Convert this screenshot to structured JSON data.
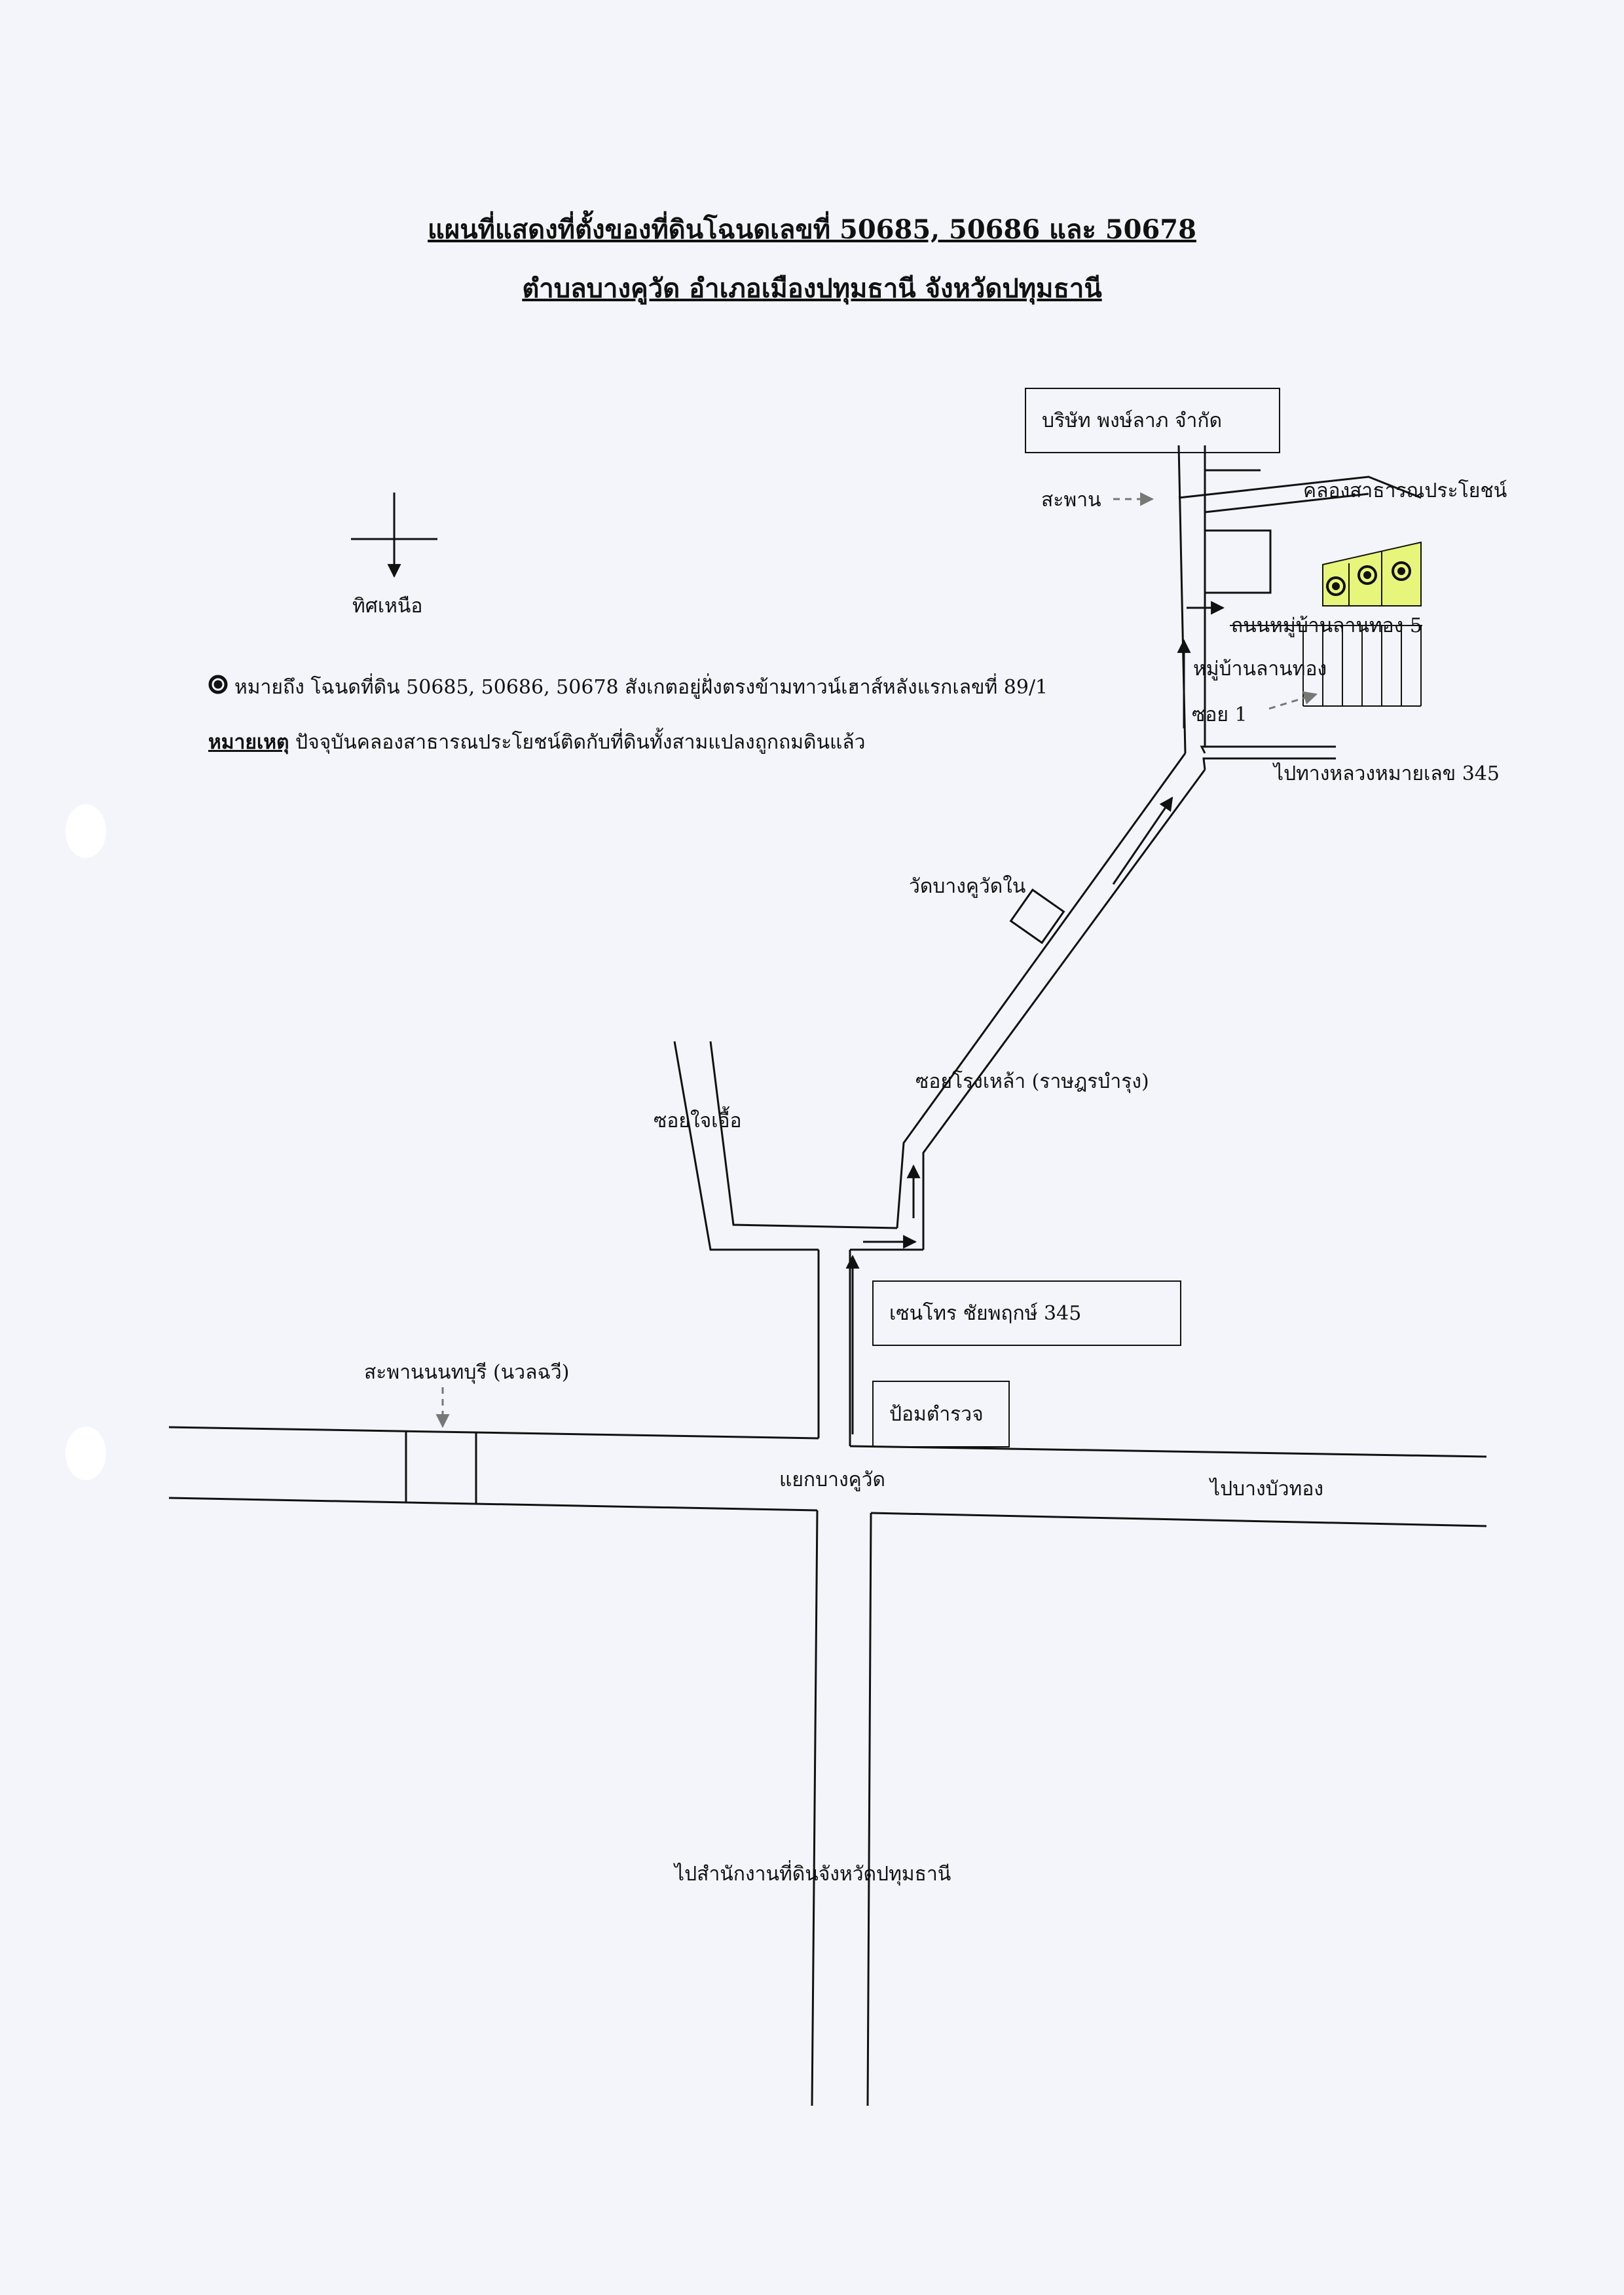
{
  "title": {
    "line1": "แผนที่แสดงที่ตั้งของที่ดินโฉนดเลขที่ 50685, 50686 และ 50678",
    "line2": "ตำบลบางคูวัด อำเภอเมืองปทุมธานี จังหวัดปทุมธานี"
  },
  "compass": {
    "label": "ทิศเหนือ"
  },
  "legend": {
    "marker_text": "หมายถึง โฉนดที่ดิน 50685, 50686,  50678 สังเกตอยู่ฝั่งตรงข้ามทาวน์เฮาส์หลังแรกเลขที่ 89/1",
    "remark_label": "หมายเหตุ",
    "remark_text": "ปัจจุบันคลองสาธารณประโยชน์ติดกับที่ดินทั้งสามแปลงถูกถมดินแล้ว"
  },
  "places": {
    "company": "บริษัท พงษ์ลาภ จำกัด",
    "bridge": "สะพาน",
    "canal": "คลองสาธารณประโยชน์",
    "village_road": "ถนนหมู่บ้านลานทอง 5",
    "village": "หมู่บ้านลานทอง",
    "soi1": "ซอย 1",
    "highway": "ไปทางหลวงหมายเลข 345",
    "temple": "วัดบางคูวัดใน",
    "soi_rong_lao": "ซอยโรงเหล้า (ราษฎรบำรุง)",
    "soi_jai_uea": "ซอยใจเอื้อ",
    "center_point": "เซนโทร ชัยพฤกษ์ 345",
    "nonthaburi_bridge": "สะพานนนทบุรี (นวลฉวี)",
    "police_box": "ป้อมตำรวจ",
    "intersection": "แยกบางคูวัด",
    "to_bang_bua_thong": "ไปบางบัวทอง",
    "to_land_office": "ไปสำนักงานที่ดินจังหวัดปทุมธานี"
  },
  "colors": {
    "parcel_fill": "#e7f57a",
    "line": "#111111",
    "dashed_arrow": "#777777"
  },
  "icons": [
    "north-arrow-icon",
    "parcel-marker-icon",
    "direction-arrow-icon"
  ]
}
